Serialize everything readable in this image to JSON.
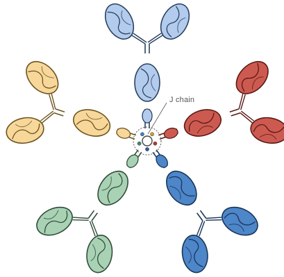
{
  "figure": {
    "jchain_label": "J chain",
    "monomers": [
      {
        "id": "top",
        "fill": "#b3cbed",
        "stroke": "#29425f",
        "rotation": 0
      },
      {
        "id": "upper-right",
        "fill": "#cd5a50",
        "stroke": "#5a1a17",
        "rotation": 72
      },
      {
        "id": "lower-right",
        "fill": "#4d86c9",
        "stroke": "#1a3556",
        "rotation": 144
      },
      {
        "id": "lower-left",
        "fill": "#a9d2b4",
        "stroke": "#2f4d3a",
        "rotation": 216
      },
      {
        "id": "upper-left",
        "fill": "#f7d89a",
        "stroke": "#6d5420",
        "rotation": 288
      }
    ],
    "disulfide_dot_colors": [
      "#c9a227",
      "#b03a2e",
      "#2a5f9e",
      "#3d8b69",
      "#3f7fc8"
    ],
    "jchain_fill": "#ffffff",
    "jchain_stroke": "#444444"
  }
}
